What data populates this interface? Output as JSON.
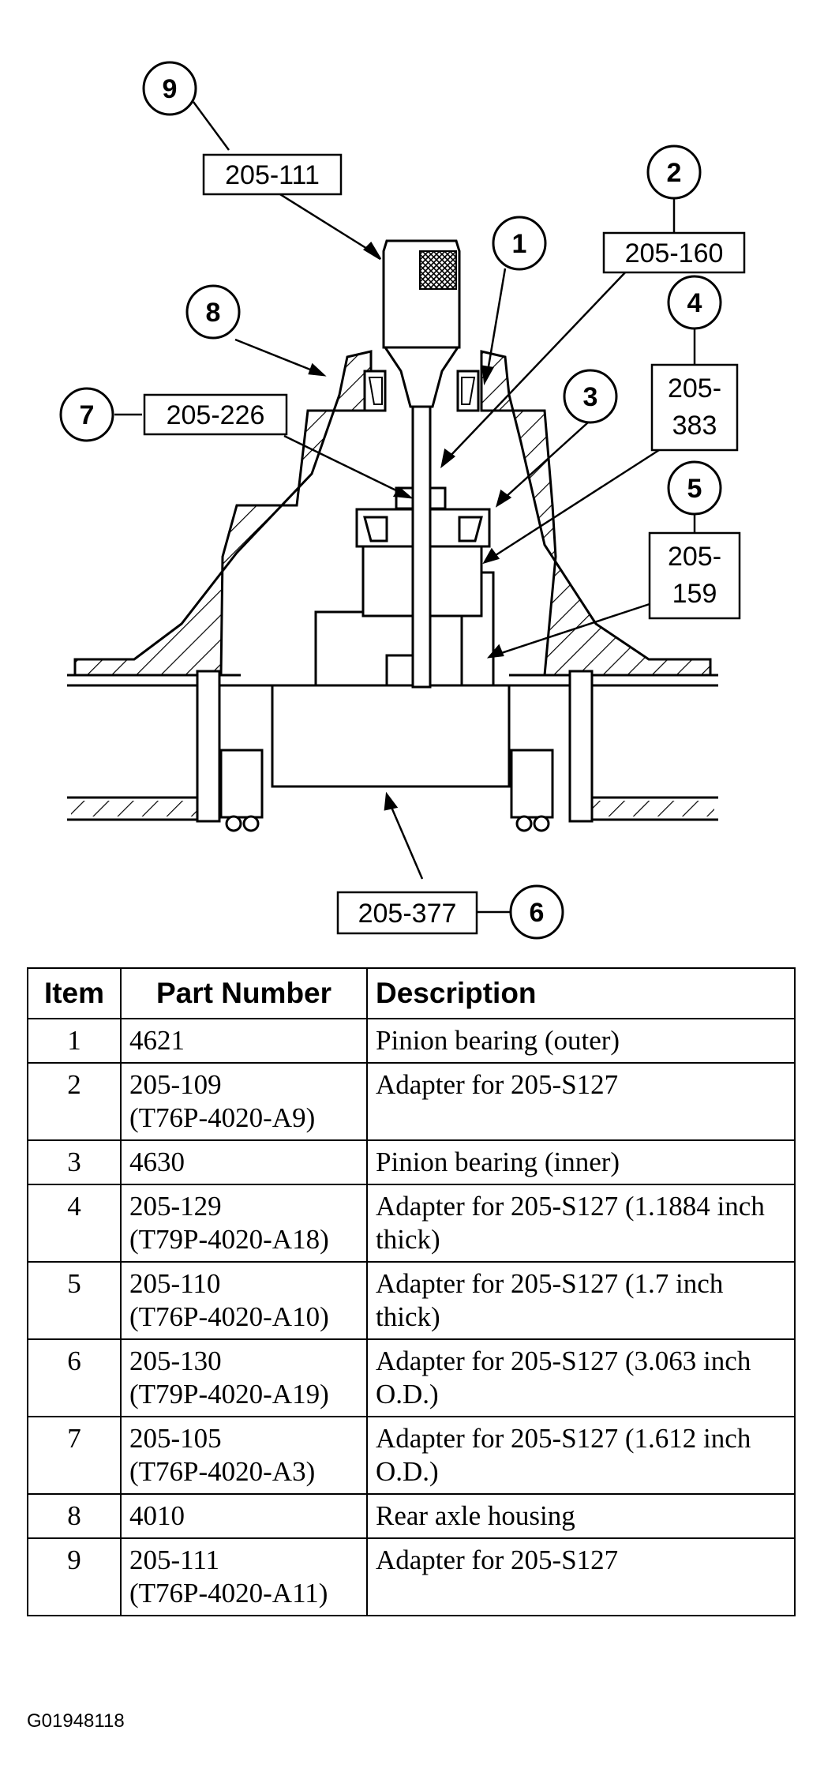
{
  "diagram": {
    "callouts": [
      {
        "item": "9",
        "tool": "205-111"
      },
      {
        "item": "2",
        "tool": "205-160"
      },
      {
        "item": "1",
        "tool": ""
      },
      {
        "item": "8",
        "tool": ""
      },
      {
        "item": "4",
        "tool": "205-383"
      },
      {
        "item": "7",
        "tool": "205-226"
      },
      {
        "item": "3",
        "tool": ""
      },
      {
        "item": "5",
        "tool": "205-159"
      },
      {
        "item": "6",
        "tool": "205-377"
      }
    ],
    "tool_label_lines": {
      "t205_383": [
        "205-",
        "383"
      ],
      "t205_159": [
        "205-",
        "159"
      ]
    }
  },
  "table": {
    "headers": [
      "Item",
      "Part Number",
      "Description"
    ],
    "rows": [
      {
        "item": "1",
        "part": "4621",
        "description": "Pinion bearing (outer)"
      },
      {
        "item": "2",
        "part": "205-109\n(T76P-4020-A9)",
        "description": "Adapter for 205-S127"
      },
      {
        "item": "3",
        "part": "4630",
        "description": "Pinion bearing (inner)"
      },
      {
        "item": "4",
        "part": "205-129\n(T79P-4020-A18)",
        "description": "Adapter for 205-S127 (1.1884 inch thick)"
      },
      {
        "item": "5",
        "part": "205-110\n(T76P-4020-A10)",
        "description": "Adapter for 205-S127 (1.7 inch thick)"
      },
      {
        "item": "6",
        "part": "205-130\n(T79P-4020-A19)",
        "description": "Adapter for 205-S127 (3.063 inch O.D.)"
      },
      {
        "item": "7",
        "part": "205-105\n(T76P-4020-A3)",
        "description": "Adapter for 205-S127 (1.612 inch O.D.)"
      },
      {
        "item": "8",
        "part": "4010",
        "description": "Rear axle housing"
      },
      {
        "item": "9",
        "part": "205-111\n(T76P-4020-A11)",
        "description": "Adapter for 205-S127"
      }
    ]
  },
  "figure_id": "G01948118"
}
